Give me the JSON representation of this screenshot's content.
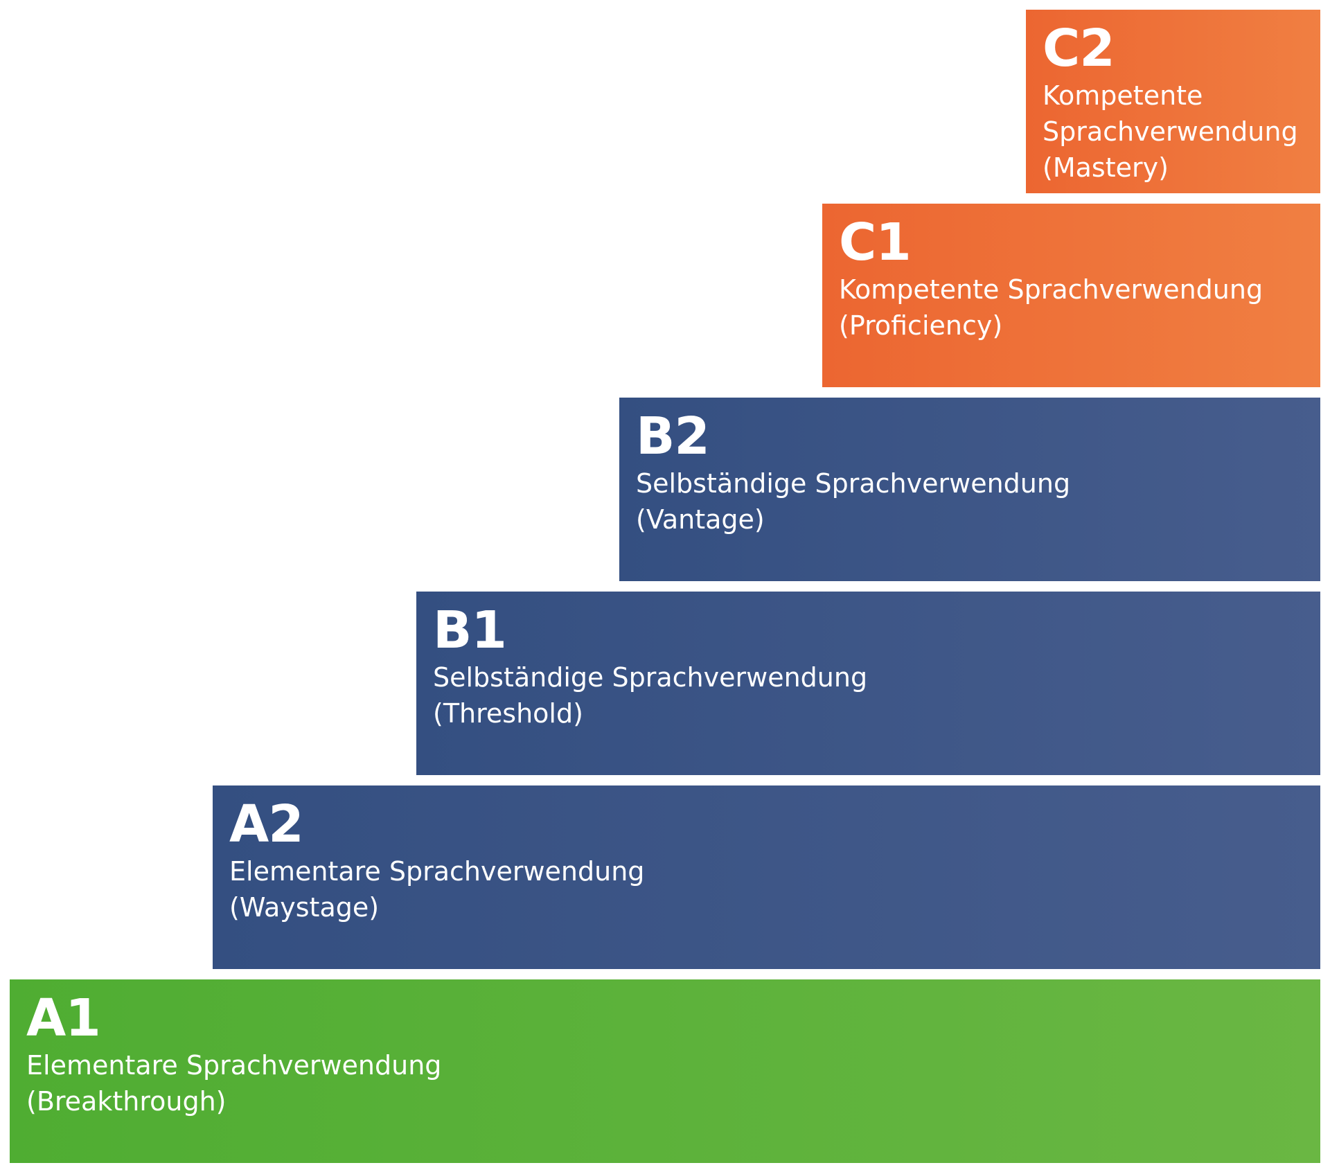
{
  "steps": [
    {
      "code": "C2",
      "line1": "Kompetente Sprachverwendung",
      "line2": "(Mastery)",
      "color": "#ec6631"
    },
    {
      "code": "C1",
      "line1": "Kompetente Sprachverwendung",
      "line2": "(Proficiency)",
      "color": "#ec6631"
    },
    {
      "code": "B2",
      "line1": "Selbständige Sprachverwendung",
      "line2": "(Vantage)",
      "color": "#344f81"
    },
    {
      "code": "B1",
      "line1": "Selbständige Sprachverwendung",
      "line2": "(Threshold)",
      "color": "#344f81"
    },
    {
      "code": "A2",
      "line1": "Elementare Sprachverwendung",
      "line2": "(Waystage)",
      "color": "#344f81"
    },
    {
      "code": "A1",
      "line1": "Elementare Sprachverwendung",
      "line2": "(Breakthrough)",
      "color": "#4fad32"
    }
  ]
}
